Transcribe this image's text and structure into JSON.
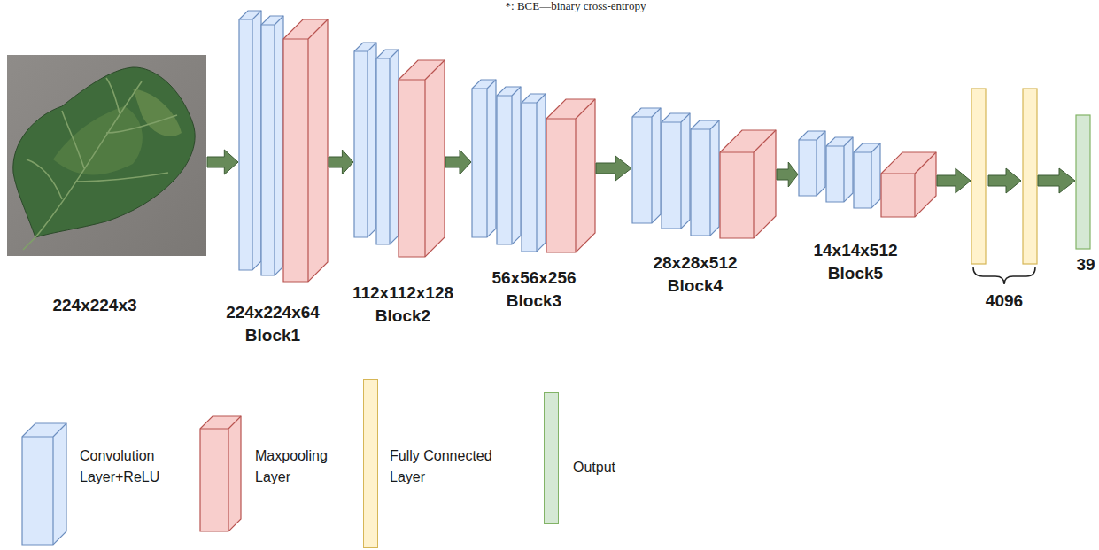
{
  "diagram": {
    "nodes": [
      {
        "text": [
          "224x224x3"
        ]
      },
      {
        "text": [
          "224x224x64",
          "Block1"
        ]
      },
      {
        "text": [
          "112x112x128",
          "Block2"
        ]
      },
      {
        "text": [
          "56x56x256",
          "Block3"
        ]
      },
      {
        "text": [
          "28x28x512",
          "Block4"
        ]
      },
      {
        "text": [
          "14x14x512",
          "Block5"
        ]
      },
      {
        "text": [
          "4096"
        ]
      },
      {
        "text": [
          "39"
        ]
      }
    ],
    "edges": [
      {
        "from": 0,
        "to": 1,
        "arrow": "to"
      },
      {
        "from": 1,
        "to": 2,
        "arrow": "to"
      },
      {
        "from": 2,
        "to": 3,
        "arrow": "to"
      },
      {
        "from": 3,
        "to": 4,
        "arrow": "to"
      },
      {
        "from": 4,
        "to": 5,
        "arrow": "to"
      },
      {
        "from": 5,
        "to": 6,
        "arrow": "to"
      },
      {
        "from": 6,
        "to": 7,
        "arrow": "to"
      }
    ],
    "labels": [
      "*: BCE—binary cross-entropy"
    ],
    "legend": [
      {
        "text": "Convolution Layer+ReLU",
        "color": "#dae8fc"
      },
      {
        "text": "Maxpooling Layer",
        "color": "#f8cecc"
      },
      {
        "text": "Fully Connected Layer",
        "color": "#fff2cc"
      },
      {
        "text": "Output",
        "color": "#d5e8d4"
      }
    ]
  }
}
